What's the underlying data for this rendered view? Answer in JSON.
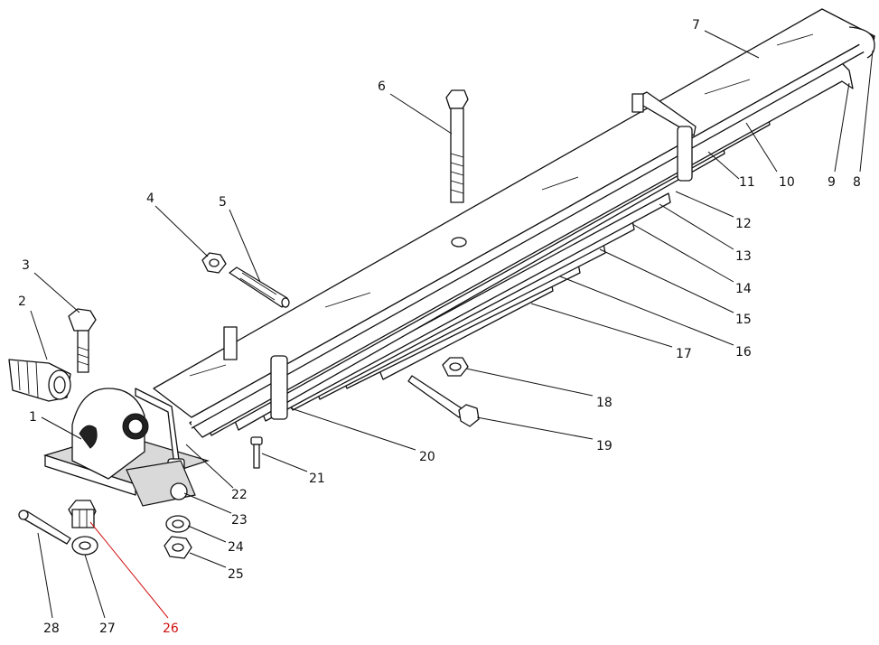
{
  "diagram": {
    "callouts": [
      {
        "id": "1",
        "label": "1",
        "highlight": false
      },
      {
        "id": "2",
        "label": "2",
        "highlight": false
      },
      {
        "id": "3",
        "label": "3",
        "highlight": false
      },
      {
        "id": "4",
        "label": "4",
        "highlight": false
      },
      {
        "id": "5",
        "label": "5",
        "highlight": false
      },
      {
        "id": "6",
        "label": "6",
        "highlight": false
      },
      {
        "id": "7",
        "label": "7",
        "highlight": false
      },
      {
        "id": "8",
        "label": "8",
        "highlight": false
      },
      {
        "id": "9",
        "label": "9",
        "highlight": false
      },
      {
        "id": "10",
        "label": "10",
        "highlight": false
      },
      {
        "id": "11",
        "label": "11",
        "highlight": false
      },
      {
        "id": "12",
        "label": "12",
        "highlight": false
      },
      {
        "id": "13",
        "label": "13",
        "highlight": false
      },
      {
        "id": "14",
        "label": "14",
        "highlight": false
      },
      {
        "id": "15",
        "label": "15",
        "highlight": false
      },
      {
        "id": "16",
        "label": "16",
        "highlight": false
      },
      {
        "id": "17",
        "label": "17",
        "highlight": false
      },
      {
        "id": "18",
        "label": "18",
        "highlight": false
      },
      {
        "id": "19",
        "label": "19",
        "highlight": false
      },
      {
        "id": "20",
        "label": "20",
        "highlight": false
      },
      {
        "id": "21",
        "label": "21",
        "highlight": false
      },
      {
        "id": "22",
        "label": "22",
        "highlight": false
      },
      {
        "id": "23",
        "label": "23",
        "highlight": false
      },
      {
        "id": "24",
        "label": "24",
        "highlight": false
      },
      {
        "id": "25",
        "label": "25",
        "highlight": false
      },
      {
        "id": "26",
        "label": "26",
        "highlight": true
      },
      {
        "id": "27",
        "label": "27",
        "highlight": false
      },
      {
        "id": "28",
        "label": "28",
        "highlight": false
      }
    ],
    "colors": {
      "line": "#111111",
      "highlight": "#d01010",
      "background": "#ffffff"
    }
  }
}
